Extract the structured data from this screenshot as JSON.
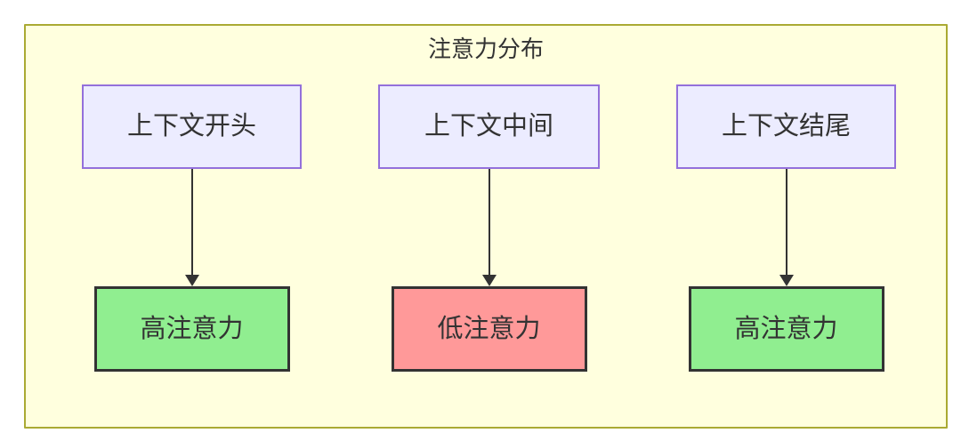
{
  "diagram": {
    "title": "注意力分布",
    "colors": {
      "container_bg": "#ffffde",
      "container_border": "#aaaa33",
      "context_node_bg": "#ececff",
      "context_node_border": "#9370db",
      "high_attention_bg": "#90ee90",
      "low_attention_bg": "#ff9999",
      "attention_node_border": "#333333",
      "arrow_color": "#333333",
      "text_color": "#333333"
    },
    "columns": [
      {
        "source": "上下文开头",
        "target": "高注意力",
        "target_level": "high"
      },
      {
        "source": "上下文中间",
        "target": "低注意力",
        "target_level": "low"
      },
      {
        "source": "上下文结尾",
        "target": "高注意力",
        "target_level": "high"
      }
    ]
  }
}
